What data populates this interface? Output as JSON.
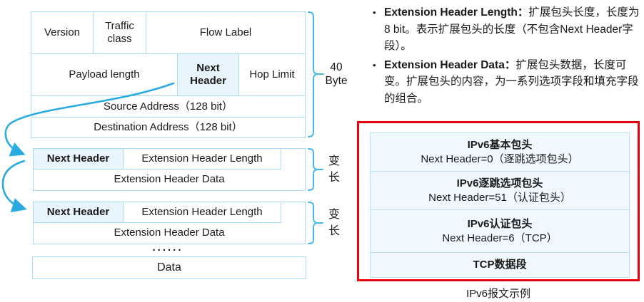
{
  "diagram": {
    "basic_header": {
      "version": "Version",
      "traffic_class": "Traffic class",
      "flow_label": "Flow Label",
      "payload_length": "Payload length",
      "next_header": "Next Header",
      "hop_limit": "Hop Limit",
      "source_address": "Source Address（128 bit）",
      "destination_address": "Destination Address（128 bit）"
    },
    "extension_blocks": [
      {
        "next_header": "Next Header",
        "length_label": "Extension Header Length",
        "data_label": "Extension Header Data"
      },
      {
        "next_header": "Next Header",
        "length_label": "Extension Header Length",
        "data_label": "Extension Header Data"
      }
    ],
    "ellipsis": "......",
    "payload_data_label": "Data",
    "size_labels": {
      "fixed_line1": "40",
      "fixed_line2": "Byte",
      "variable1": "变长",
      "variable2": "变长"
    }
  },
  "notes": {
    "bullet_glyph": "•",
    "items": [
      {
        "term": "Extension Header Length：",
        "desc": "扩展包头长度，长度为8 bit。表示扩展包头的长度（不包含Next Header字段）。"
      },
      {
        "term": "Extension Header Data：",
        "desc": "扩展包头数据，长度可变。扩展包头的内容，为一系列选项字段和填充字段的组合。"
      }
    ]
  },
  "example": {
    "sections": [
      {
        "title": "IPv6基本包头",
        "subtitle": "Next Header=0（逐跳选项包头）"
      },
      {
        "title": "IPv6逐跳选项包头",
        "subtitle": "Next Header=51（认证包头）"
      },
      {
        "title": "IPv6认证包头",
        "subtitle": "Next Header=6（TCP）"
      },
      {
        "title": "TCP数据段"
      }
    ],
    "caption": "IPv6报文示例"
  },
  "colors": {
    "cell_border": "#a9daf2",
    "highlight_fill": "#e9f5fc",
    "accent_cyan": "#29abe2",
    "example_fill": "#f0f8fd",
    "example_border": "#b9e0f2",
    "red_frame": "#e60012"
  }
}
